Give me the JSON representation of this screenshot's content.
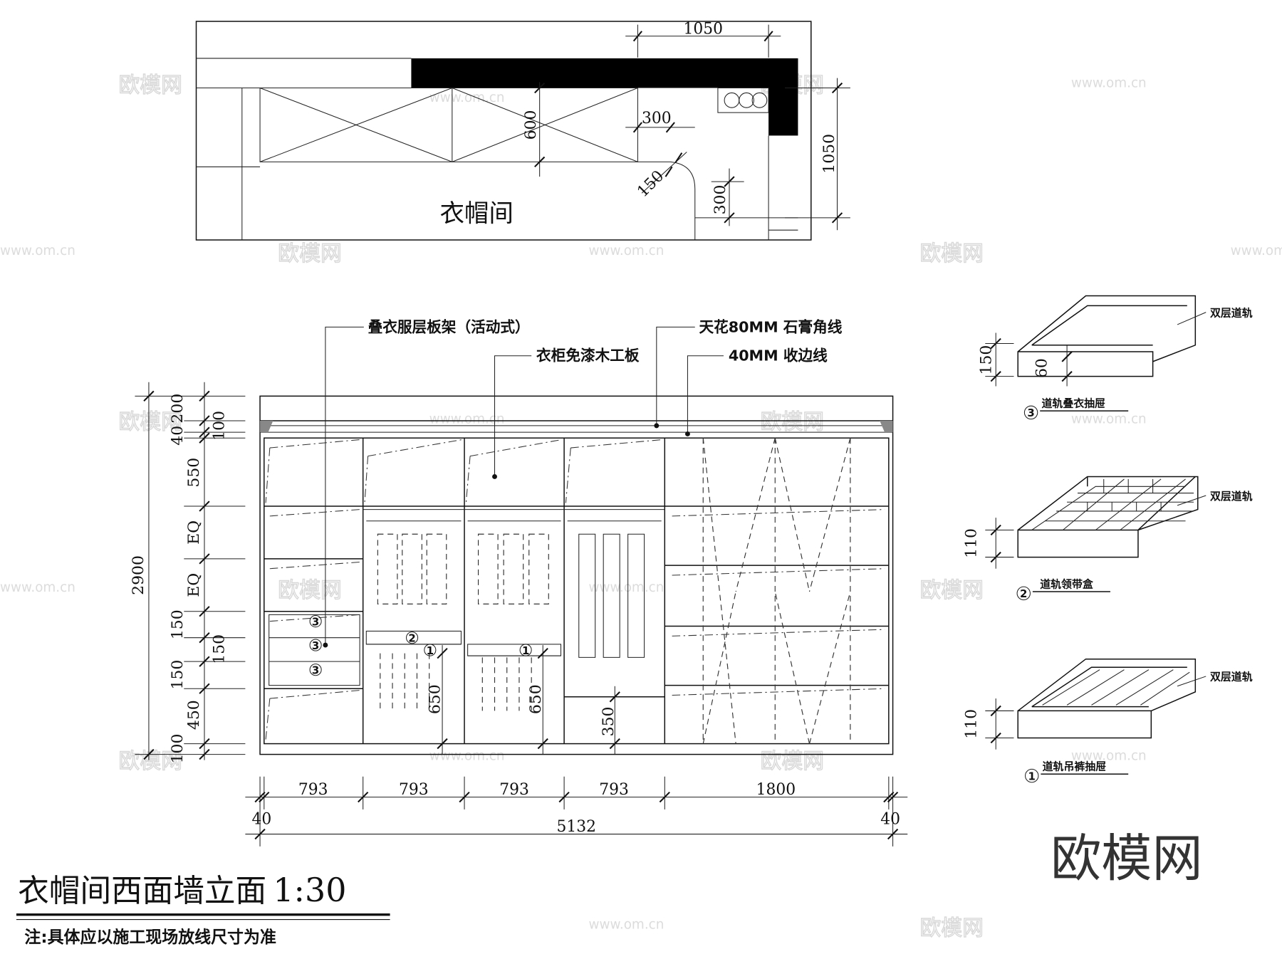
{
  "plan": {
    "room_label": "衣帽间",
    "dims": {
      "top_width": "1050",
      "depth_600": "600",
      "w300": "300",
      "r150": "150",
      "h300": "300",
      "right_1050": "1050"
    }
  },
  "elevation": {
    "callouts": {
      "folding_shelf": "叠衣服层板架（活动式）",
      "board": "衣柜免漆木工板",
      "ceiling_line": "天花80MM 石膏角线",
      "edge_line": "40MM 收边线"
    },
    "vertical_dims": {
      "total": "2900",
      "d200": "200",
      "d40": "40",
      "d100": "100",
      "d550": "550",
      "eq1": "EQ",
      "eq2": "EQ",
      "d150a": "150",
      "d150b": "150",
      "d150c": "150",
      "d450": "450",
      "d100b": "100"
    },
    "inner_dims": {
      "h650a": "650",
      "h650b": "650",
      "h350": "350"
    },
    "markers": {
      "m1": "1",
      "m2": "2",
      "m3": "3"
    },
    "horizontal_dims": {
      "c1": "793",
      "c2": "793",
      "c3": "793",
      "c4": "793",
      "c5": "1800",
      "left": "40",
      "right": "40",
      "total": "5132"
    }
  },
  "details": [
    {
      "id": "3",
      "title": "道轨叠衣抽屉",
      "rail": "双层道轨",
      "h1": "150",
      "h2": "60"
    },
    {
      "id": "2",
      "title": "道轨领带盒",
      "rail": "双层道轨",
      "h1": "110"
    },
    {
      "id": "1",
      "title": "道轨吊裤抽屉",
      "rail": "双层道轨",
      "h1": "110"
    }
  ],
  "footer": {
    "title": "衣帽间西面墙立面",
    "scale": "1:30",
    "note": "注:具体应以施工现场放线尺寸为准"
  },
  "watermark": {
    "logo": "欧模网",
    "url": "www.om.cn"
  }
}
